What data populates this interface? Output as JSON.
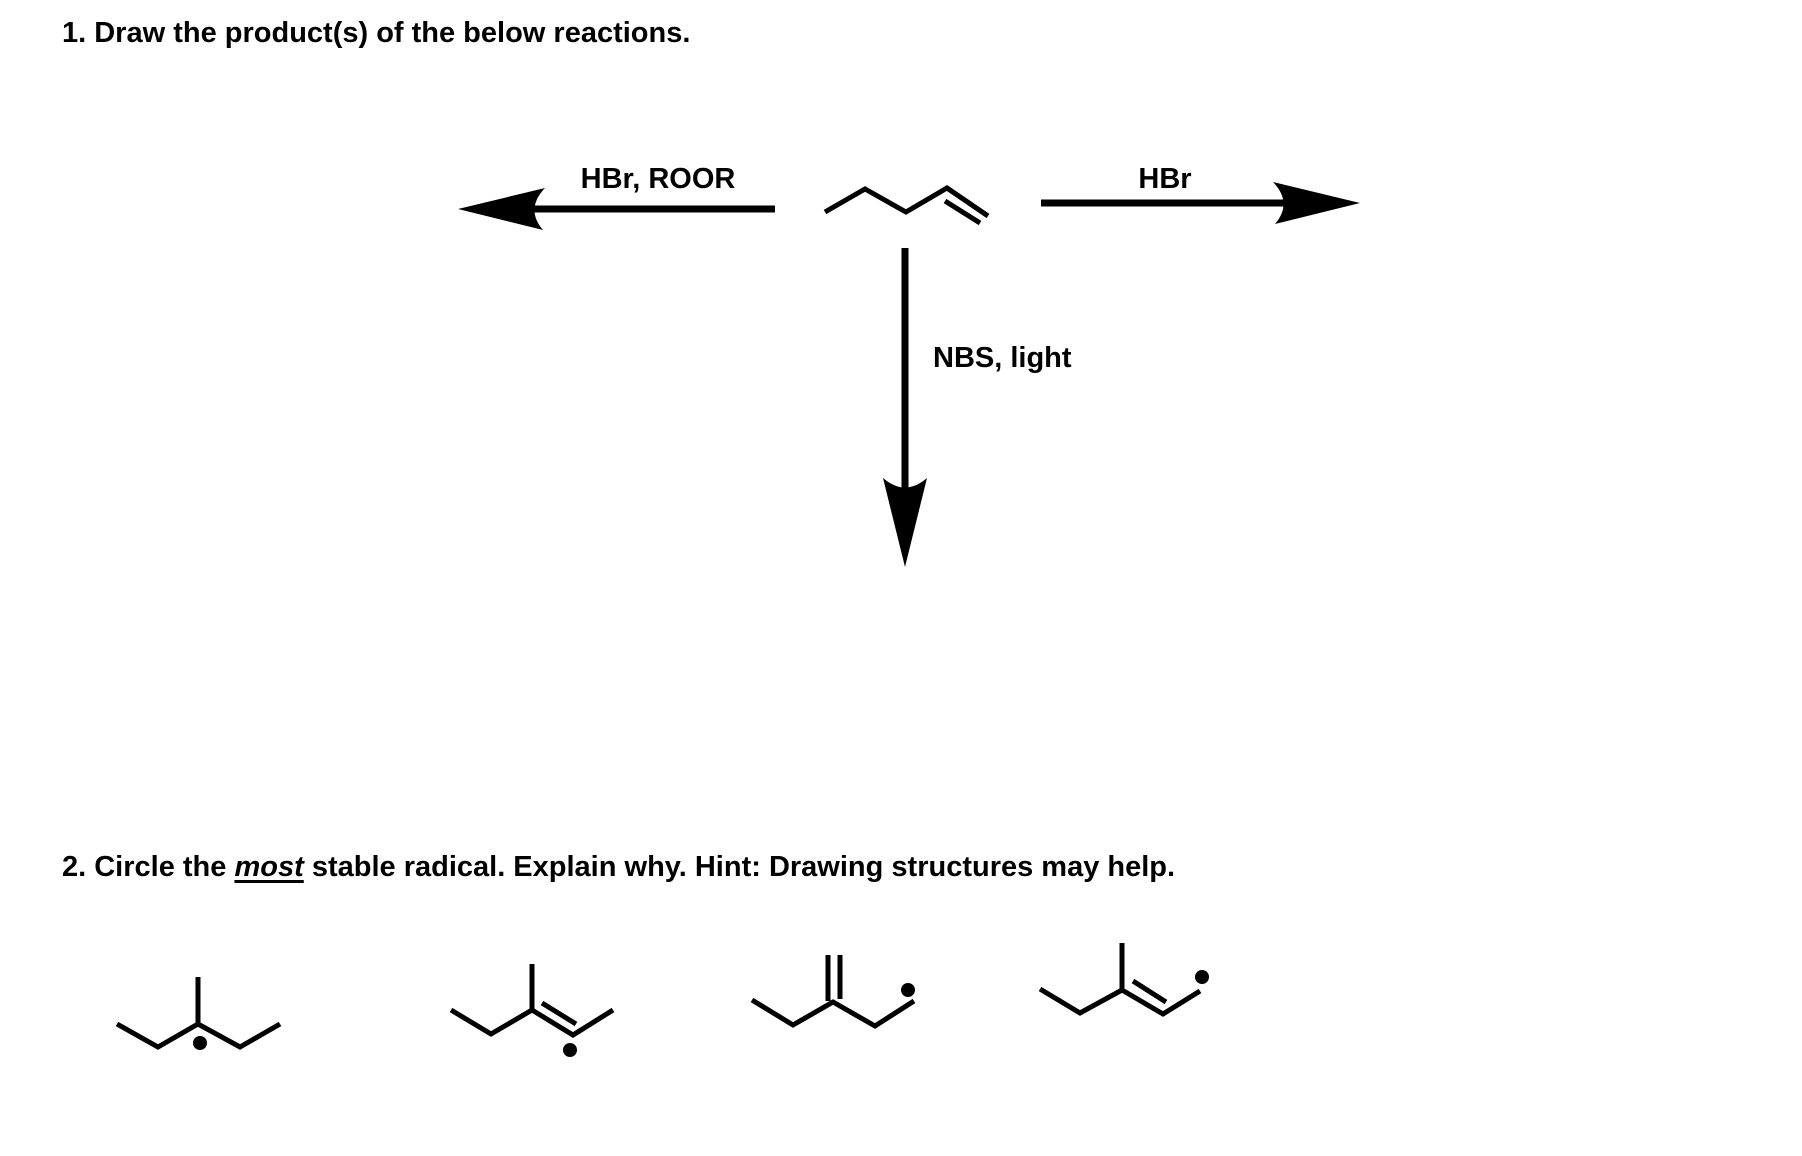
{
  "page": {
    "background_color": "#ffffff",
    "ink_color": "#000000"
  },
  "question1": {
    "prompt": "1. Draw the product(s) of the below reactions.",
    "scheme": {
      "substrate": {
        "name": "1-pentene-skeletal-structure"
      },
      "left_reaction": {
        "label": "HBr, ROOR",
        "direction": "left"
      },
      "right_reaction": {
        "label": "HBr",
        "direction": "right"
      },
      "down_reaction": {
        "label": "NBS, light",
        "direction": "down"
      }
    }
  },
  "question2": {
    "prompt_prefix": "2. Circle the ",
    "prompt_emphasis": "most",
    "prompt_suffix": " stable radical. Explain why. Hint: Drawing structures may help.",
    "radicals": [
      {
        "name": "tertiary-radical-3-methylpentan-3-yl"
      },
      {
        "name": "vinylic-radical-3-methylpent-2-en-2-yl"
      },
      {
        "name": "primary-radical-2-ethylbut-1-en-4-yl"
      },
      {
        "name": "allylic-primary-radical-3-methylpent-2-en-1-yl"
      }
    ]
  }
}
